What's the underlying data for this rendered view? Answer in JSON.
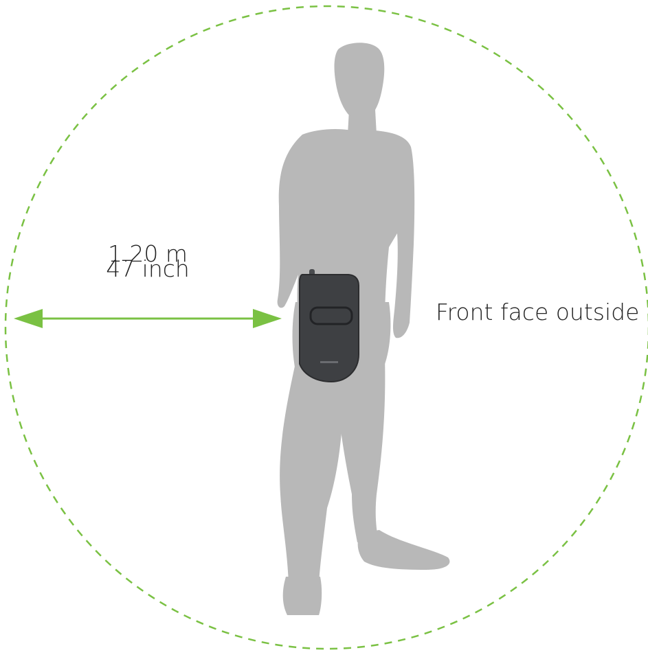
{
  "diagram": {
    "distance_metric": "1.20 m",
    "distance_imperial": "47 inch",
    "orientation_label": "Front face outside"
  },
  "colors": {
    "accent": "#7ac143",
    "silhouette": "#b8b8b8",
    "device": "#3e4043",
    "text": "#222222"
  },
  "icons": {
    "person": "person-silhouette-icon",
    "device": "handheld-device-icon",
    "arrow": "double-arrow-icon"
  }
}
